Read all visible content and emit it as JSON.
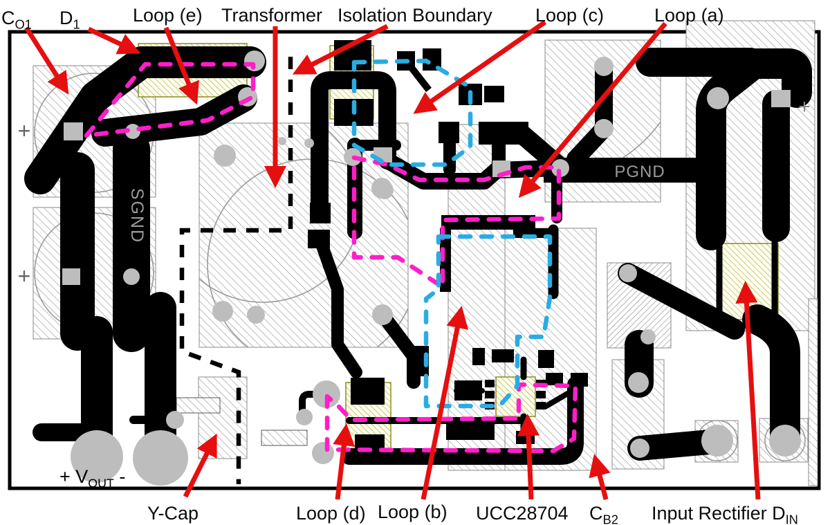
{
  "title": "Flyback converter PCB layout with annotated current loops",
  "colors": {
    "loop_magenta": "#FF1EC8",
    "loop_cyan": "#2AACE3",
    "arrow_red": "#E60F0F",
    "copper_hatch": "#999999",
    "footprint_olive": "#A3A31B",
    "pad_gray": "#BDBDBD",
    "silkscreen_gray": "#9A9A9A",
    "board_border": "#000000"
  },
  "labels": {
    "co1": {
      "main": "C",
      "sub": "O1"
    },
    "d1": {
      "main": "D",
      "sub": "1"
    },
    "loop_e": {
      "text": "Loop (e)"
    },
    "transformer": {
      "text": "Transformer"
    },
    "isolation": {
      "text": "Isolation Boundary"
    },
    "loop_c": {
      "text": "Loop (c)"
    },
    "loop_a": {
      "text": "Loop (a)"
    },
    "ycap": {
      "text": "Y-Cap"
    },
    "loop_d": {
      "text": "Loop (d)"
    },
    "loop_b": {
      "text": "Loop (b)"
    },
    "ucc": {
      "text": "UCC28704"
    },
    "cb2": {
      "main": "C",
      "sub": "B2"
    },
    "din": {
      "main": "Input Rectifier D",
      "sub": "IN"
    }
  },
  "board_texts": {
    "sgnd": "SGND",
    "pgnd": "PGND",
    "plus": "+",
    "vout": {
      "pre": "+ V",
      "sub": "OUT",
      "post": " -"
    }
  }
}
